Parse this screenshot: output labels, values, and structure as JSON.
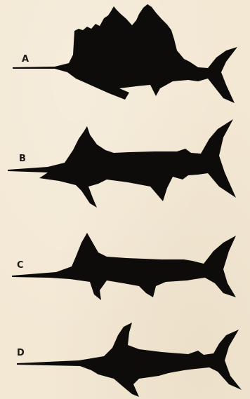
{
  "plate": {
    "background_color": "#f3e8d4",
    "silhouette_color": "#0d0c0b"
  },
  "figures": [
    {
      "label": "A"
    },
    {
      "label": "B"
    },
    {
      "label": "C"
    },
    {
      "label": "D"
    }
  ]
}
